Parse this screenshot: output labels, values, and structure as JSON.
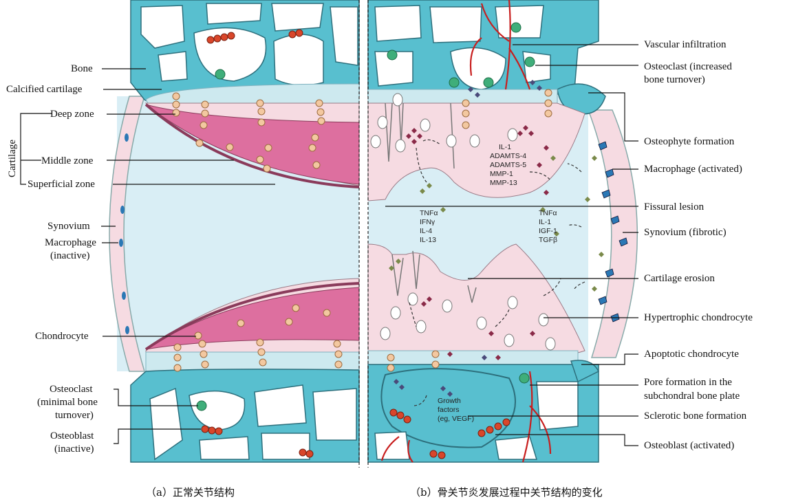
{
  "colors": {
    "bone": "#58bfcf",
    "calcified_cartilage": "#cde9ef",
    "deep_cartilage": "#f6dbe2",
    "middle_zone": "#dd6f9f",
    "synovial_fluid": "#d9eef5",
    "chondrocyte": "#f3c8a0",
    "osteoblast": "#d9462a",
    "osteoclast": "#3fae7a",
    "vessel": "#c81e1e",
    "macrophage_activated": "#2a78b5",
    "cytokine_diamond": "#8a2a48",
    "growth_factor_diamond": "#4a4a7a"
  },
  "left_labels": {
    "bone": "Bone",
    "calcified_cartilage": "Calcified cartilage",
    "deep_zone": "Deep zone",
    "cartilage": "Cartilage",
    "middle_zone": "Middle zone",
    "superficial_zone": "Superficial zone",
    "synovium": "Synovium",
    "macrophage_line1": "Macrophage",
    "macrophage_line2": "(inactive)",
    "chondrocyte": "Chondrocyte",
    "osteoclast_line1": "Osteoclast",
    "osteoclast_line2": "(minimal bone",
    "osteoclast_line3": "turnover)",
    "osteoblast_line1": "Osteoblast",
    "osteoblast_line2": "(inactive)"
  },
  "right_labels": {
    "vascular_infiltration": "Vascular infiltration",
    "osteoclast_line1": "Osteoclast (increased",
    "osteoclast_line2": "bone turnover)",
    "osteophyte_formation": "Osteophyte formation",
    "macrophage_activated": "Macrophage (activated)",
    "fissural_lesion": "Fissural lesion",
    "synovium_fibrotic": "Synovium (fibrotic)",
    "cartilage_erosion": "Cartilage erosion",
    "hypertrophic_chondrocyte": "Hypertrophic chondrocyte",
    "apoptotic_chondrocyte": "Apoptotic chondrocyte",
    "pore_line1": "Pore formation in the",
    "pore_line2": "subchondral bone plate",
    "sclerotic_bone": "Sclerotic bone formation",
    "osteoblast_activated": "Osteoblast (activated)"
  },
  "cytokine_blocks": {
    "cartilage_factors": [
      "IL-1",
      "ADAMTS-4",
      "ADAMTS-5",
      "MMP-1",
      "MMP-13"
    ],
    "left_factors": [
      "TNFα",
      "IFNγ",
      "IL-4",
      "IL-13"
    ],
    "right_factors": [
      "TNFα",
      "IL-1",
      "IGF-1",
      "TGFβ"
    ],
    "growth_factors": [
      "Growth",
      "factors",
      "(eg, VEGF)"
    ]
  },
  "captions": {
    "a": "（a）正常关节结构",
    "b": "（b）骨关节炎发展过程中关节结构的变化"
  }
}
